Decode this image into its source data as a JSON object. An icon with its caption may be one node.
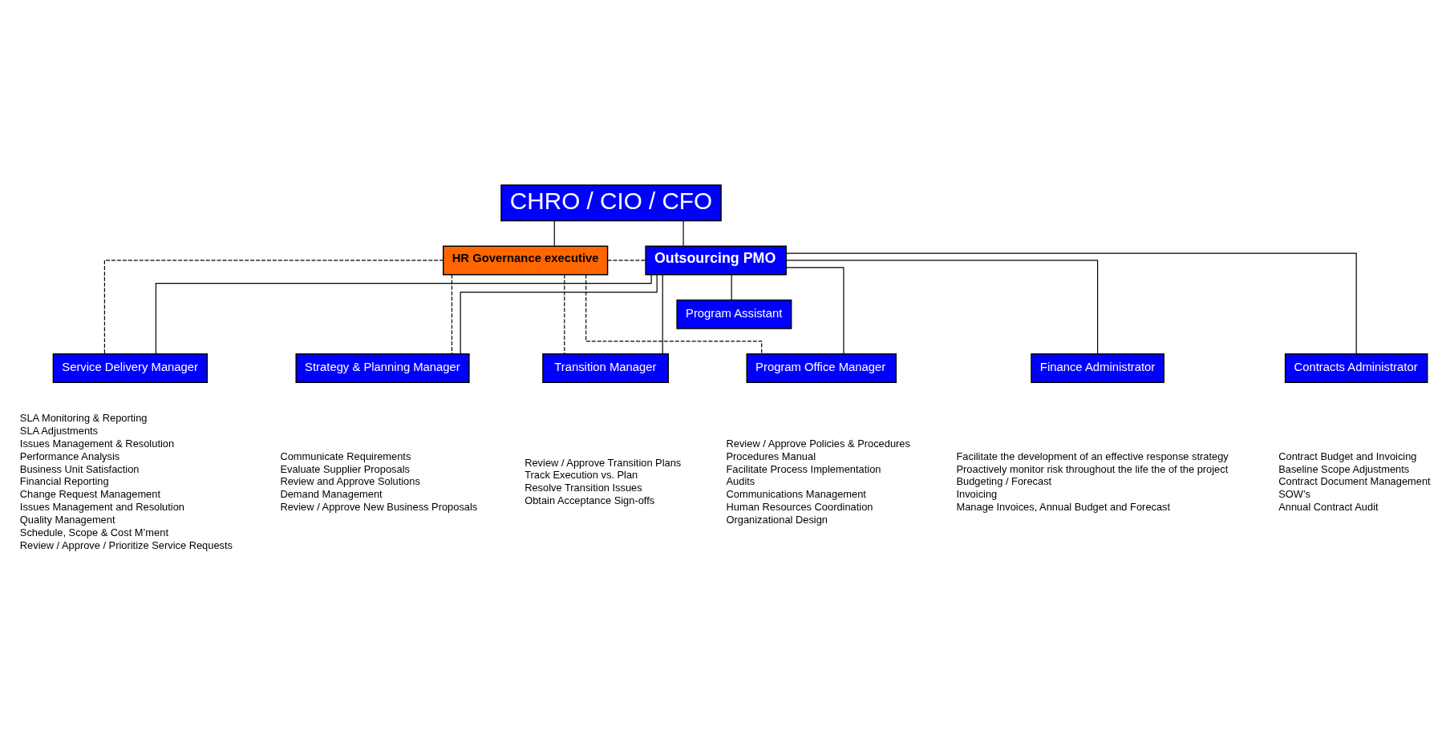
{
  "diagram": {
    "nodes": [
      {
        "text": [
          "CHRO / CIO / CFO"
        ]
      },
      {
        "text": [
          "HR Governance executive"
        ]
      },
      {
        "text": [
          "Outsourcing PMO"
        ]
      },
      {
        "text": [
          "Program Assistant"
        ]
      },
      {
        "text": [
          "Service Delivery Manager"
        ],
        "beside": [
          "SLA Monitoring & Reporting",
          "SLA Adjustments",
          "Issues Management & Resolution",
          "Performance Analysis",
          "Business Unit Satisfaction",
          "Financial Reporting",
          "Change Request Management",
          "Issues Management and Resolution",
          "Quality Management",
          "Schedule, Scope & Cost M’ment",
          "Review / Approve / Prioritize Service Requests"
        ]
      },
      {
        "text": [
          "Strategy & Planning Manager"
        ],
        "beside": [
          "Communicate Requirements",
          "Evaluate Supplier Proposals",
          "Review and Approve Solutions",
          "Demand Management",
          "Review / Approve New Business Proposals"
        ]
      },
      {
        "text": [
          "Transition Manager"
        ],
        "beside": [
          "Review / Approve Transition Plans",
          "Track Execution vs. Plan",
          "Resolve Transition Issues",
          "Obtain Acceptance Sign-offs"
        ]
      },
      {
        "text": [
          "Program Office Manager"
        ],
        "beside": [
          "Review / Approve Policies & Procedures",
          "Procedures Manual",
          "Facilitate Process Implementation",
          "Audits",
          "Communications Management",
          "Human Resources Coordination",
          "Organizational Design"
        ]
      },
      {
        "text": [
          "Finance Administrator"
        ],
        "beside": [
          "Facilitate the development of an effective response strategy",
          "Proactively monitor risk throughout the life the of the project",
          "Budgeting / Forecast",
          "Invoicing",
          "Manage Invoices, Annual Budget and Forecast"
        ]
      },
      {
        "text": [
          "Contracts Administrator"
        ],
        "beside": [
          "Contract Budget and Invoicing",
          "Baseline Scope Adjustments",
          "Contract Document Management",
          "SOW’s",
          "Annual Contract Audit"
        ]
      }
    ],
    "edges": [
      {
        "from": 0,
        "to": 1,
        "arrow": "none"
      },
      {
        "from": 0,
        "to": 2,
        "arrow": "none"
      },
      {
        "from": 1,
        "to": 2,
        "arrow": "none",
        "style": "dashed"
      },
      {
        "from": 2,
        "to": 3,
        "arrow": "none"
      },
      {
        "from": 2,
        "to": 4,
        "arrow": "none"
      },
      {
        "from": 2,
        "to": 5,
        "arrow": "none"
      },
      {
        "from": 2,
        "to": 6,
        "arrow": "none"
      },
      {
        "from": 2,
        "to": 7,
        "arrow": "none"
      },
      {
        "from": 2,
        "to": 8,
        "arrow": "none"
      },
      {
        "from": 2,
        "to": 9,
        "arrow": "none"
      },
      {
        "from": 1,
        "to": 4,
        "arrow": "none",
        "style": "dashed"
      },
      {
        "from": 1,
        "to": 5,
        "arrow": "none",
        "style": "dashed"
      },
      {
        "from": 1,
        "to": 6,
        "arrow": "none",
        "style": "dashed"
      },
      {
        "from": 1,
        "to": 7,
        "arrow": "none",
        "style": "dashed"
      }
    ]
  }
}
